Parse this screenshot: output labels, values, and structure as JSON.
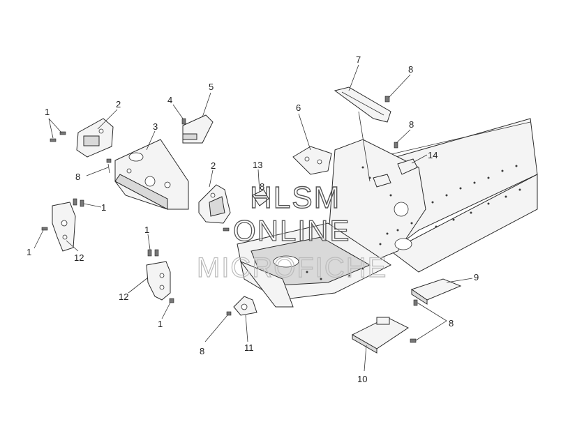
{
  "callouts": {
    "c1a": "1",
    "c2a": "2",
    "c8a": "8",
    "c3": "3",
    "c4": "4",
    "c5": "5",
    "c1b": "1",
    "c1c": "1",
    "c12a": "12",
    "c2b": "2",
    "c13": "13",
    "c6": "6",
    "c7": "7",
    "c8b": "8",
    "c8c": "8",
    "c14": "14",
    "c8d": "8",
    "c1d": "1",
    "c12b": "12",
    "c1e": "1",
    "c9": "9",
    "c8e": "8",
    "c8f": "8",
    "c11": "11",
    "c10": "10"
  },
  "watermark": {
    "line1": "HLSM",
    "line2": "ONLINE",
    "line3": "MICROFICHE"
  }
}
